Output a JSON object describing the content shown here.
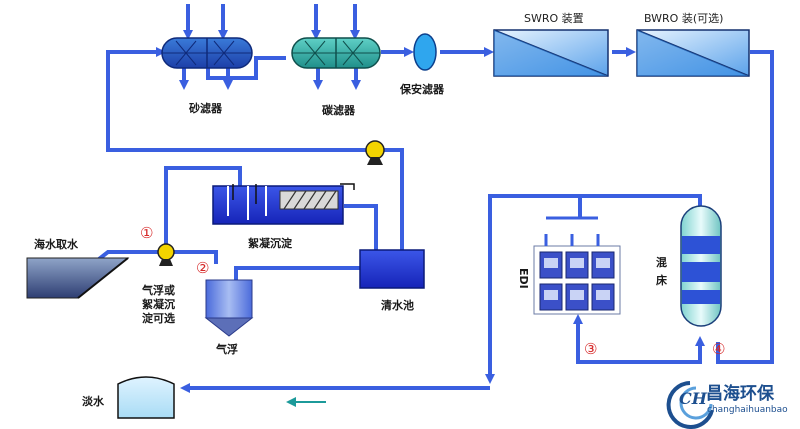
{
  "labels": {
    "sand_filter": "砂滤器",
    "carbon_filter": "碳滤器",
    "security_filter": "保安滤器",
    "swro": "SWRO 装置",
    "bwro": "BWRO 装(可选)",
    "coag_sed": "絮凝沉淀",
    "seawater_intake": "海水取水",
    "af_line1": "气浮或",
    "af_line2": "絮凝沉",
    "af_line3": "淀可选",
    "air_float": "气浮",
    "clear_tank": "清水池",
    "edi": "EDI",
    "mixed_bed_1": "混",
    "mixed_bed_2": "床",
    "fresh_water": "淡水",
    "step_1": "①",
    "step_2": "②",
    "step_3": "③",
    "step_4": "④"
  },
  "logo": {
    "mark": "CH",
    "cn": "昌海环保",
    "en": "changhaihuanbao"
  },
  "colors": {
    "pipe": "#3a5fe0",
    "vessel_blue": "#2b4fd6",
    "teal": "#2fb7b0",
    "brand": "#1d4f8f",
    "step_red": "#d62828"
  }
}
